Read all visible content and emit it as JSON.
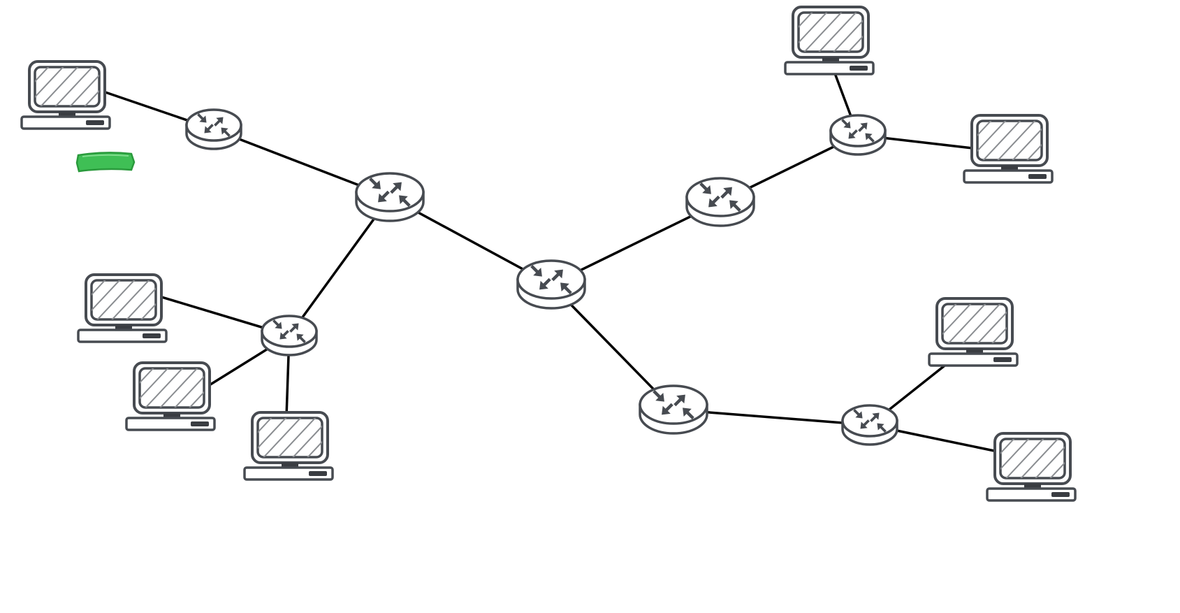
{
  "diagram": {
    "type": "network-topology",
    "colors": {
      "device_stroke": "#474b51",
      "link": "#000000",
      "hatch": "#8a8d91",
      "marker": "#3fbf55",
      "marker_edge": "#2a9a3c"
    },
    "icons": {
      "router": "router-icon",
      "computer": "desktop-computer-icon",
      "marker": "green-highlighter-mark"
    },
    "nodes": [
      {
        "id": "pc1",
        "kind": "computer"
      },
      {
        "id": "pc2",
        "kind": "computer"
      },
      {
        "id": "pc3",
        "kind": "computer"
      },
      {
        "id": "pc4",
        "kind": "computer"
      },
      {
        "id": "pc5",
        "kind": "computer"
      },
      {
        "id": "pc6",
        "kind": "computer"
      },
      {
        "id": "pc7",
        "kind": "computer"
      },
      {
        "id": "pc8",
        "kind": "computer"
      },
      {
        "id": "r1",
        "kind": "router",
        "size": "small"
      },
      {
        "id": "r2",
        "kind": "router",
        "size": "small"
      },
      {
        "id": "r3",
        "kind": "router",
        "size": "small"
      },
      {
        "id": "r4",
        "kind": "router",
        "size": "small"
      },
      {
        "id": "c0",
        "kind": "router",
        "size": "large"
      },
      {
        "id": "c1",
        "kind": "router",
        "size": "large"
      },
      {
        "id": "c2",
        "kind": "router",
        "size": "large"
      },
      {
        "id": "c3",
        "kind": "router",
        "size": "large"
      }
    ],
    "links": [
      [
        "pc1",
        "r1"
      ],
      [
        "r1",
        "c1"
      ],
      [
        "c1",
        "c0"
      ],
      [
        "c1",
        "r3"
      ],
      [
        "r3",
        "pc4"
      ],
      [
        "r3",
        "pc5"
      ],
      [
        "r3",
        "pc6"
      ],
      [
        "c0",
        "c2"
      ],
      [
        "c2",
        "r2"
      ],
      [
        "r2",
        "pc2"
      ],
      [
        "r2",
        "pc3"
      ],
      [
        "c0",
        "c3"
      ],
      [
        "c3",
        "r4"
      ],
      [
        "r4",
        "pc7"
      ],
      [
        "r4",
        "pc8"
      ]
    ]
  }
}
